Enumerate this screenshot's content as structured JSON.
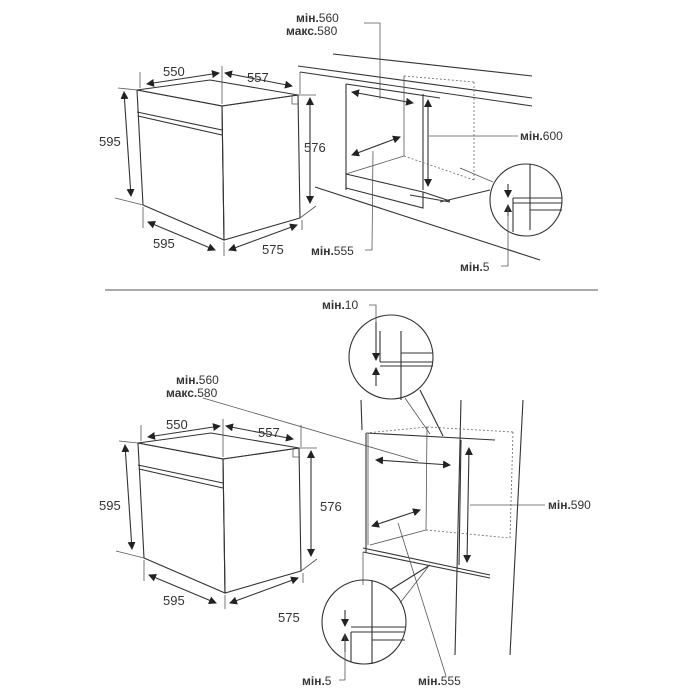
{
  "top": {
    "oven": {
      "width_top": "550",
      "depth_top": "557",
      "height_left": "595",
      "height_right": "576",
      "width_bottom": "595",
      "depth_bottom": "575"
    },
    "cabinet": {
      "width_min": {
        "prefix": "мін.",
        "value": "560"
      },
      "width_max": {
        "prefix": "макс.",
        "value": "580"
      },
      "height_min": {
        "prefix": "мін.",
        "value": "600"
      },
      "depth_min": {
        "prefix": "мін.",
        "value": "555"
      },
      "gap_min": {
        "prefix": "мін.",
        "value": "5"
      }
    }
  },
  "bottom": {
    "oven": {
      "width_top": "550",
      "depth_top": "557",
      "height_left": "595",
      "height_right": "576",
      "width_bottom": "595",
      "depth_bottom": "575"
    },
    "cabinet": {
      "top_gap_min": {
        "prefix": "мін.",
        "value": "10"
      },
      "width_min": {
        "prefix": "мін.",
        "value": "560"
      },
      "width_max": {
        "prefix": "макс.",
        "value": "580"
      },
      "height_min": {
        "prefix": "мін.",
        "value": "590"
      },
      "gap_min": {
        "prefix": "мін.",
        "value": "5"
      },
      "depth_min": {
        "prefix": "мін.",
        "value": "555"
      }
    }
  }
}
